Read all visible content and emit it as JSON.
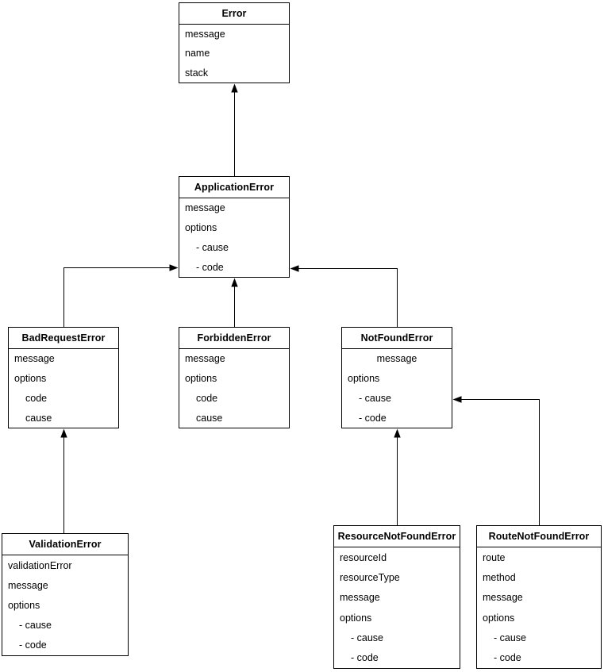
{
  "diagram": {
    "type": "uml-class-diagram",
    "colors": {
      "line": "#000000",
      "box_fill": "#ffffff",
      "text": "#000000",
      "background": "#ffffff"
    },
    "classes": [
      {
        "title": "Error",
        "fields": [
          "message",
          "name",
          "stack"
        ]
      },
      {
        "title": "ApplicationError",
        "fields": [
          "message",
          "options",
          "- cause",
          "- code"
        ]
      },
      {
        "title": "BadRequestError",
        "fields": [
          "message",
          "options",
          "code",
          "cause"
        ]
      },
      {
        "title": "ForbiddenError",
        "fields": [
          "message",
          "options",
          "code",
          "cause"
        ]
      },
      {
        "title": "NotFoundError",
        "fields": [
          "message",
          "options",
          "- cause",
          "- code"
        ]
      },
      {
        "title": "ValidationError",
        "fields": [
          "validationError",
          "message",
          "options",
          "- cause",
          "- code"
        ]
      },
      {
        "title": "ResourceNotFoundError",
        "fields": [
          "resourceId",
          "resourceType",
          "message",
          "options",
          "- cause",
          "- code"
        ]
      },
      {
        "title": "RouteNotFoundError",
        "fields": [
          "route",
          "method",
          "message",
          "options",
          "- cause",
          "- code"
        ]
      }
    ],
    "relations": [
      {
        "from": "ApplicationError",
        "to": "Error"
      },
      {
        "from": "BadRequestError",
        "to": "ApplicationError"
      },
      {
        "from": "ForbiddenError",
        "to": "ApplicationError"
      },
      {
        "from": "NotFoundError",
        "to": "ApplicationError"
      },
      {
        "from": "ValidationError",
        "to": "BadRequestError"
      },
      {
        "from": "ResourceNotFoundError",
        "to": "NotFoundError"
      },
      {
        "from": "RouteNotFoundError",
        "to": "NotFoundError"
      }
    ]
  }
}
